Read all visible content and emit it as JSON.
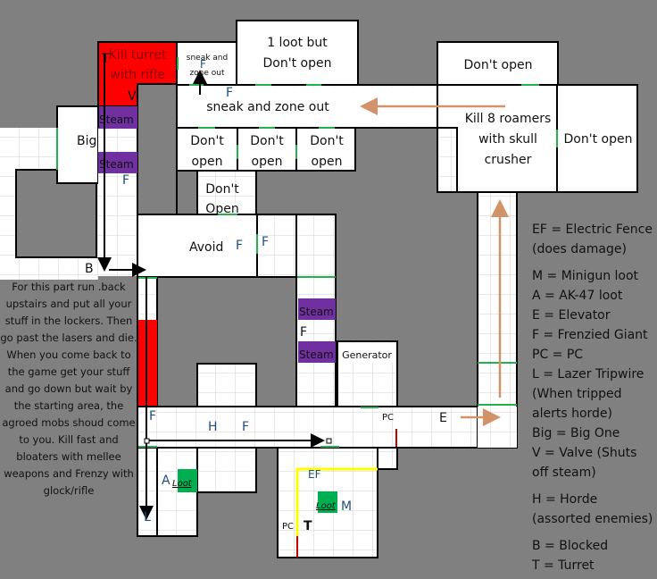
{
  "rooms": {
    "kill_turret": "Kill turret",
    "kill_turret_2": "with rifle",
    "sneak_small_1": "sneak and",
    "sneak_small_2": "zone out",
    "loot_but_1": "1 loot but",
    "loot_but_2": "Don't open",
    "dont_open_top_right": "Don't open",
    "sneak_corridor": "sneak and zone out",
    "kill_roamers_1": "Kill 8 roamers",
    "kill_roamers_2": "with skull",
    "kill_roamers_3": "crusher",
    "dont_open_right": "Don't open",
    "dont_1a": "Don't",
    "dont_1b": "open",
    "dont_2a": "Don't",
    "dont_2b": "open",
    "dont_3a": "Don't",
    "dont_3b": "open",
    "dont_4a": "Don't",
    "dont_4b": "Open",
    "avoid": "Avoid",
    "generator": "Generator",
    "loot": "Loot"
  },
  "markers": {
    "T": "T",
    "V": "V",
    "F": "F",
    "B": "B",
    "H": "H",
    "L": "L",
    "A": "A",
    "M": "M",
    "E": "E",
    "EF": "EF",
    "PC": "PC",
    "Big": "Big",
    "steam": "Steam"
  },
  "note": "For this part run .back upstairs and put all your stuff in the lockers. Then go past the lasers and die. When you come back to the game get your stuff and go down but wait by the starting area, the agroed mobs shoud come to you. Kill fast and bloaters with mellee weapons and Frenzy with glock/rifle",
  "legend": [
    "EF = Electric Fence",
    "(does damage)",
    "M = Minigun loot",
    "A = AK-47 loot",
    "E = Elevator",
    "F = Frenzied Giant",
    "PC = PC",
    "L = Lazer Tripwire",
    "(When tripped",
    "alerts horde)",
    "Big = Big One",
    "V = Valve (Shuts",
    "off steam)",
    "H = Horde",
    "(assorted enemies)",
    "B = Blocked",
    "T = Turret"
  ],
  "colors": {
    "background": "#808080",
    "danger": "#ff0000",
    "steam": "#7030a0",
    "door": "#22b14c",
    "fence": "#ffff00",
    "route": "#d2936a",
    "loot": "#00b050"
  }
}
